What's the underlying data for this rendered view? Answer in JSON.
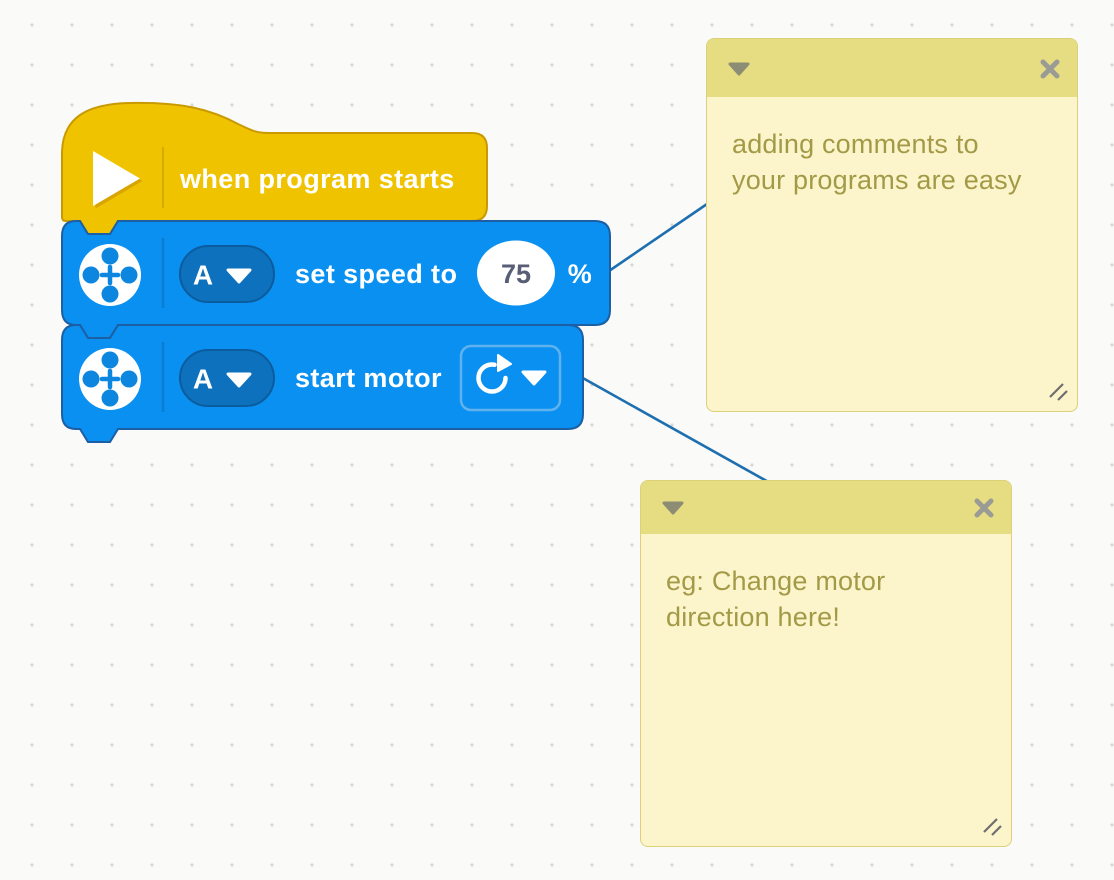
{
  "workspace": {
    "background_color": "#FAFAF8",
    "grid_dot_color": "#D8D8D4",
    "connector_line_color": "#1E6FB0"
  },
  "script": {
    "hat_block": {
      "label": "when program starts",
      "fill": "#F0C300",
      "border": "#C99A00",
      "icon": "play-icon"
    },
    "set_speed_block": {
      "category_icon": "motor-icon",
      "port": "A",
      "label": "set speed to",
      "speed_value": "75",
      "unit": "%",
      "fill": "#0A90F0",
      "border": "#1C5FA4",
      "dropdown_fill": "#0D71BE"
    },
    "start_motor_block": {
      "category_icon": "motor-icon",
      "port": "A",
      "label": "start motor",
      "direction_icon": "rotate-clockwise-icon",
      "fill": "#0A90F0",
      "border": "#1C5FA4",
      "dropdown_fill": "#0D71BE"
    }
  },
  "comments": [
    {
      "lines": [
        "adding comments to",
        "your programs are easy"
      ],
      "header_color": "#E6DC81",
      "body_color": "#FCF4CA",
      "text_color": "#A39A48",
      "icons": [
        "collapse-comment-icon",
        "close-comment-icon",
        "resize-handle-icon"
      ]
    },
    {
      "lines": [
        "eg: Change motor",
        "direction here!"
      ],
      "header_color": "#E6DC81",
      "body_color": "#FCF4CA",
      "text_color": "#A39A48",
      "icons": [
        "collapse-comment-icon",
        "close-comment-icon",
        "resize-handle-icon"
      ]
    }
  ]
}
